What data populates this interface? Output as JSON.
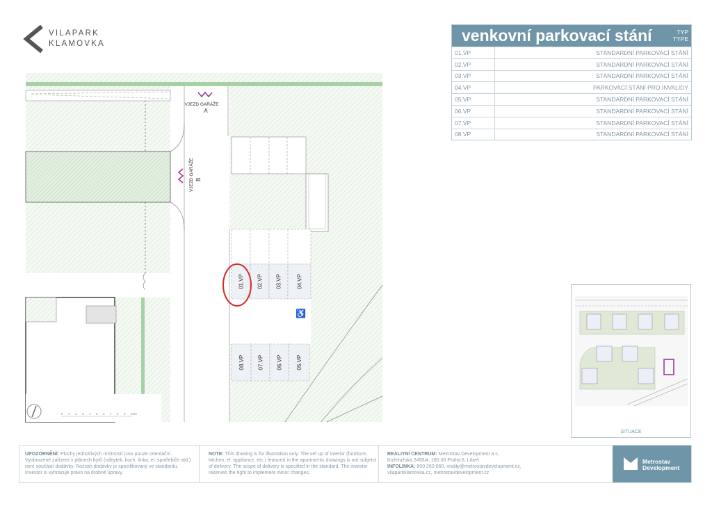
{
  "brand": {
    "logo_line1": "VILAPARK",
    "logo_line2": "KLAMOVKA"
  },
  "legend": {
    "title": "venkovní parkovací stání",
    "type_cz": "TYP",
    "type_en": "TYPE",
    "rows": [
      {
        "id": "01.VP",
        "type": "STANDARDNÍ PARKOVACÍ STÁNÍ"
      },
      {
        "id": "02.VP",
        "type": "STANDARDNÍ PARKOVACÍ STÁNÍ"
      },
      {
        "id": "03.VP",
        "type": "STANDARDNÍ PARKOVACÍ STÁNÍ"
      },
      {
        "id": "04.VP",
        "type": "PARKOVACÍ STÁNÍ PRO INVALIDY"
      },
      {
        "id": "05.VP",
        "type": "STANDARDNÍ PARKOVACÍ STÁNÍ"
      },
      {
        "id": "06.VP",
        "type": "STANDARDNÍ PARKOVACÍ STÁNÍ"
      },
      {
        "id": "07.VP",
        "type": "STANDARDNÍ PARKOVACÍ STÁNÍ"
      },
      {
        "id": "08.VP",
        "type": "STANDARDNÍ PARKOVACÍ STÁNÍ"
      }
    ]
  },
  "plan": {
    "entrance_a": {
      "label": "VJEZD GARÁŽE",
      "letter": "A"
    },
    "entrance_b": {
      "label": "VJEZD GARÁŽE",
      "letter": "B"
    },
    "spots": [
      "01.VP",
      "02.VP",
      "03.VP",
      "04.VP",
      "08.VP",
      "07.VP",
      "06.VP",
      "05.VP"
    ],
    "highlighted_spot": "01.VP",
    "scale_ticks": [
      "0",
      "1",
      "2",
      "3",
      "4",
      "5",
      "6",
      "7",
      "8",
      "9",
      "10m"
    ],
    "colors": {
      "highlight": "#d42a2a",
      "entrance": "#9c3d8f",
      "greenery": "#a9cfa6"
    }
  },
  "situation": {
    "label": "SITUACE"
  },
  "footer": {
    "warning_label": "UPOZORNĚNÍ:",
    "warning_text": "Plochy jednotlivých místností jsou pouze orientační. Vyobrazené zařízení v plánech bytů (nábytek, kuch. linka, el. spotřebiče atd.) není součástí dodávky. Rozsah dodávky je specifikovaný ve standardu. Investor si vyhrazuje právo na drobné úpravy.",
    "note_label": "NOTE:",
    "note_text": "This drawing is for illustration only. The set up of interior (furniture, kitchen, el. appliance, etc.) featured in the apartments drawings is not subjetct of delivery. The scope of delivery is specified in the standard. The investor reserves the right to implement minor changes.",
    "center_label": "REALITNÍ CENTRUM:",
    "center_text": "Metrostav Development a.s.",
    "address": "Koželužská 2450/4, 180 00 Praha 8, Libeň.",
    "infoline_label": "INFOLINKA:",
    "infoline_text": "800 260 060, reality@metrostavdevelopment.cz,",
    "websites": "vilaparkklamovka.cz, metrostavdevelopment.cz",
    "developer_line1": "Metrostav",
    "developer_line2": "Development",
    "accent_color": "#6f95a8"
  }
}
